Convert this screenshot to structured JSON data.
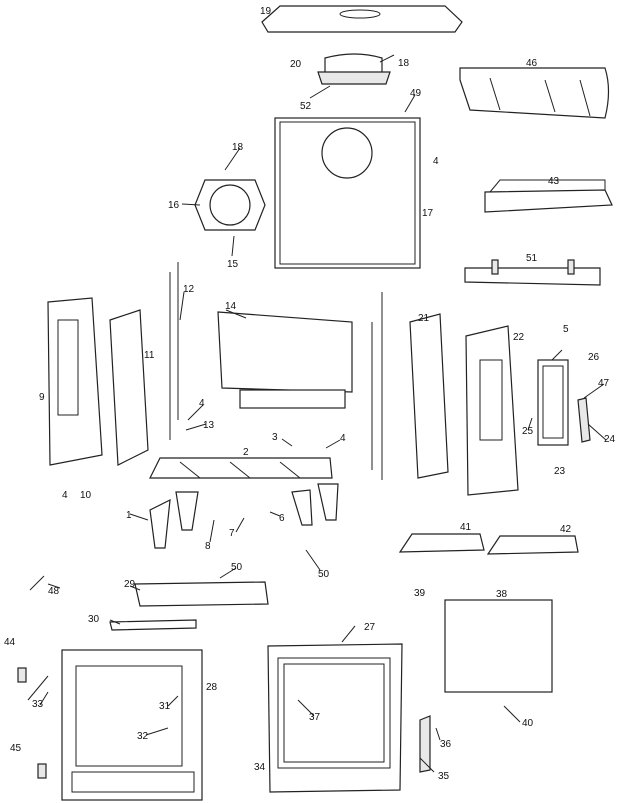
{
  "title": "Exploded parts diagram",
  "labels": [
    "19",
    "20",
    "18",
    "52",
    "49",
    "46",
    "18",
    "16",
    "4",
    "17",
    "15",
    "43",
    "12",
    "51",
    "14",
    "21",
    "22",
    "5",
    "26",
    "11",
    "9",
    "47",
    "4",
    "13",
    "25",
    "24",
    "3",
    "4",
    "2",
    "23",
    "4",
    "10",
    "1",
    "6",
    "7",
    "8",
    "41",
    "42",
    "50",
    "50",
    "48",
    "29",
    "39",
    "38",
    "30",
    "27",
    "44",
    "28",
    "33",
    "37",
    "31",
    "32",
    "40",
    "36",
    "45",
    "34",
    "35"
  ]
}
